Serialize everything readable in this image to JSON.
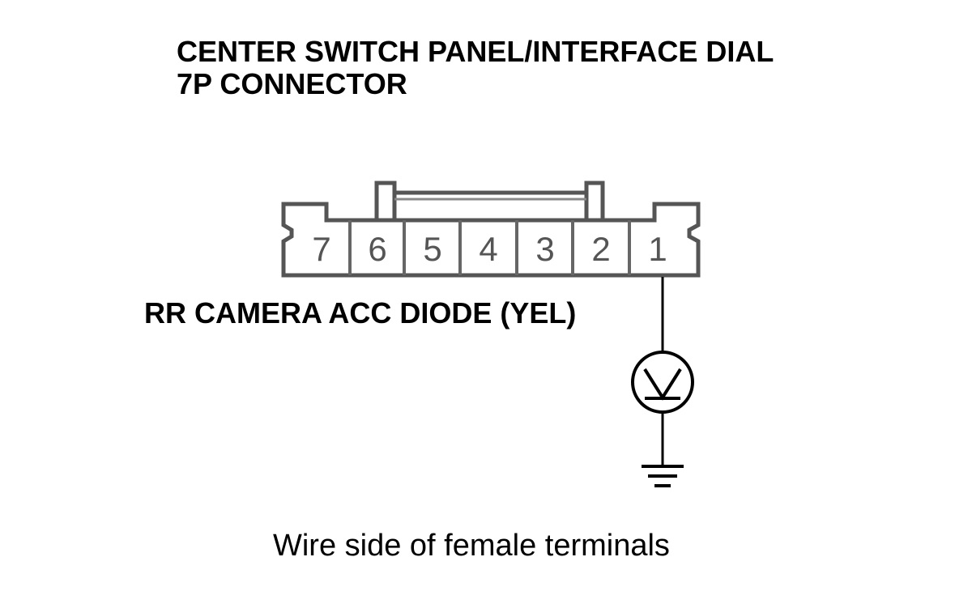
{
  "title": {
    "line1": "CENTER SWITCH PANEL/INTERFACE DIAL",
    "line2": "7P CONNECTOR"
  },
  "connector": {
    "pins": [
      "7",
      "6",
      "5",
      "4",
      "3",
      "2",
      "1"
    ],
    "measured_pin": "1"
  },
  "signal_label": "RR CAMERA ACC DIODE (YEL)",
  "meter_symbol": "voltmeter-icon",
  "ground_symbol": "ground-icon",
  "caption": "Wire side of female terminals"
}
